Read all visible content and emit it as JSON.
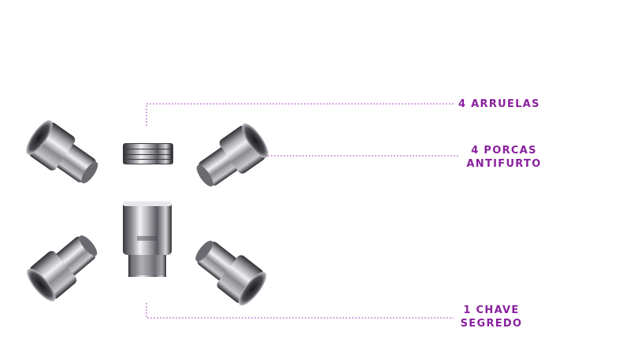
{
  "labels": {
    "washers": "4 ARRUELAS",
    "nuts_line1": "4 PORCAS",
    "nuts_line2": "ANTIFURTO",
    "key_line1": "1 CHAVE",
    "key_line2": "SEGREDO"
  },
  "colors": {
    "label": "#8a1f9e",
    "leader_line": "#b24cc4",
    "chrome_dark": "#3a3a3e",
    "chrome_light": "#f2f2f4"
  },
  "icons": [
    "lock-nut",
    "washer-stack",
    "key-socket"
  ]
}
